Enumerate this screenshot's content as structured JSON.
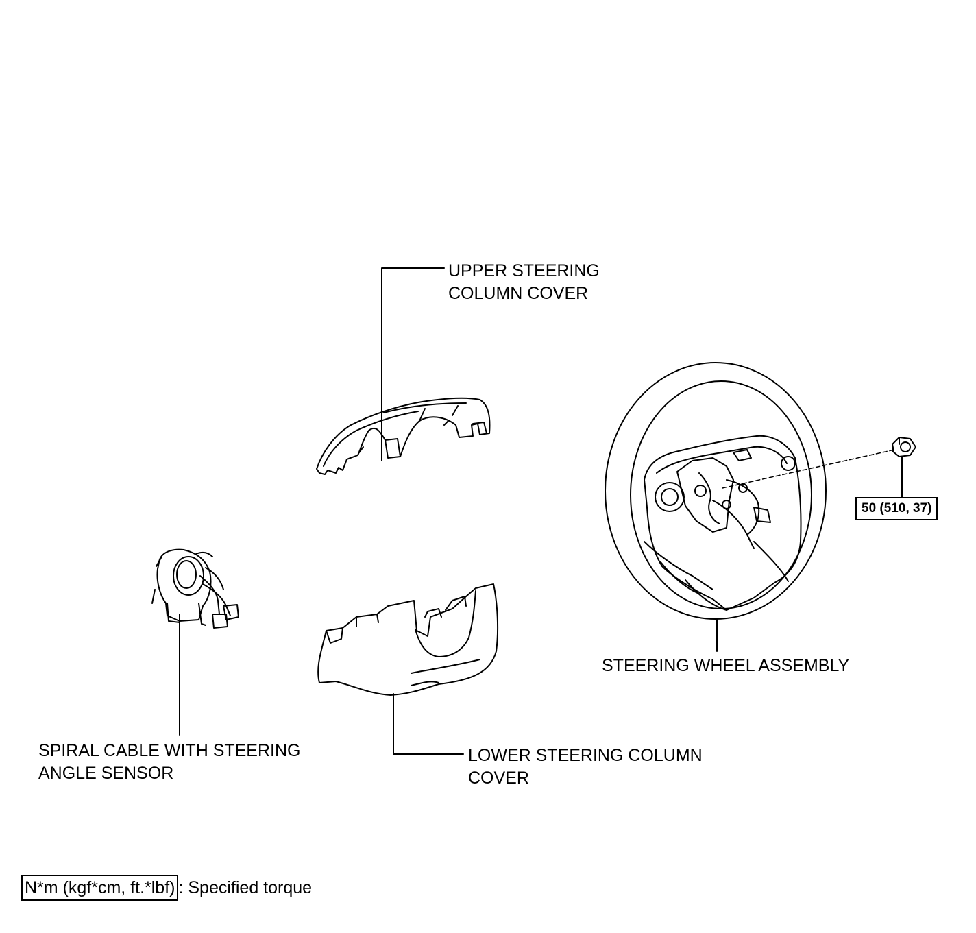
{
  "labels": {
    "upper_cover": "UPPER STEERING\nCOLUMN COVER",
    "steering_wheel": "STEERING WHEEL ASSEMBLY",
    "torque_value": "50 (510, 37)",
    "spiral_cable": "SPIRAL CABLE WITH STEERING\nANGLE SENSOR",
    "lower_cover": "LOWER STEERING COLUMN\nCOVER"
  },
  "legend": {
    "unit": "N*m (kgf*cm, ft.*lbf)",
    "description": ": Specified torque"
  }
}
